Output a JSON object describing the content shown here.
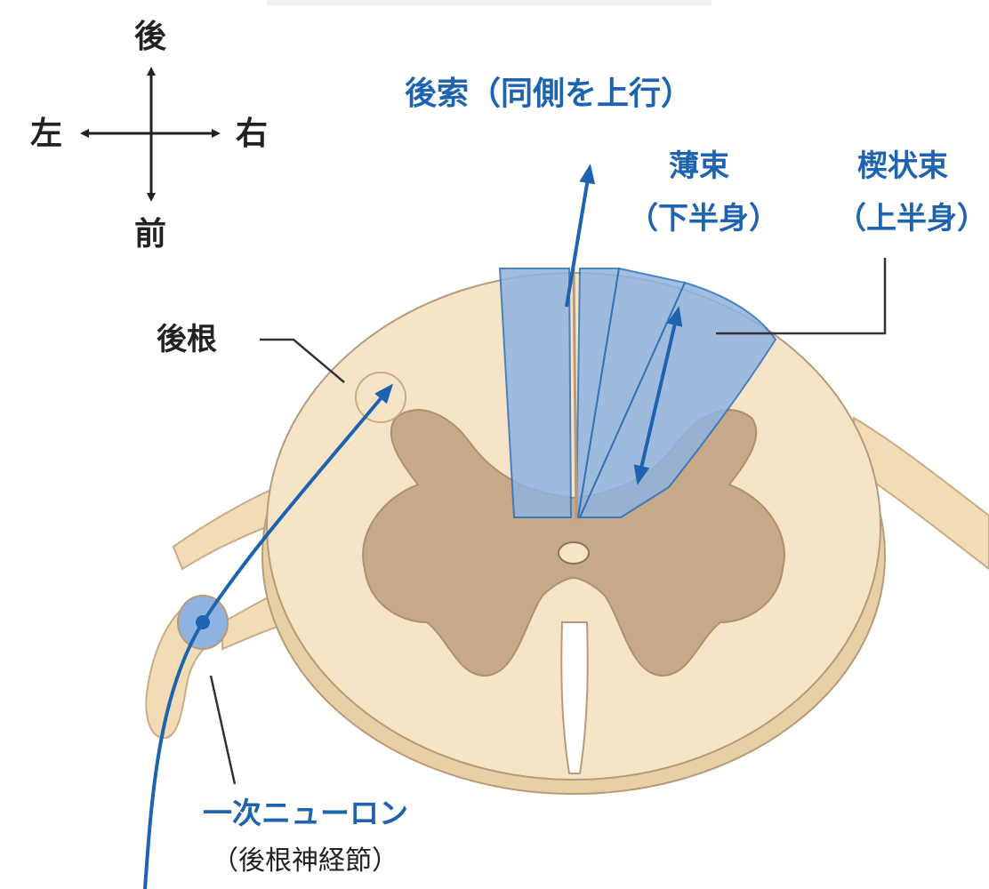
{
  "colors": {
    "accent_blue": "#1d63b0",
    "column_fill": "#8fb3e0",
    "white_matter": "#f6e4c8",
    "gray_matter": "#c6a98a",
    "outline": "#b89a78",
    "text_dark": "#222222"
  },
  "compass": {
    "posterior": "後",
    "anterior": "前",
    "left": "左",
    "right": "右"
  },
  "labels": {
    "dorsal_column_title": "後索（同側を上行）",
    "gracile_name": "薄束",
    "gracile_note": "（下半身）",
    "cuneate_name": "楔状束",
    "cuneate_note": "（上半身）",
    "dorsal_root": "後根",
    "primary_neuron": "一次ニューロン",
    "ganglion_note": "（後根神経節）"
  }
}
